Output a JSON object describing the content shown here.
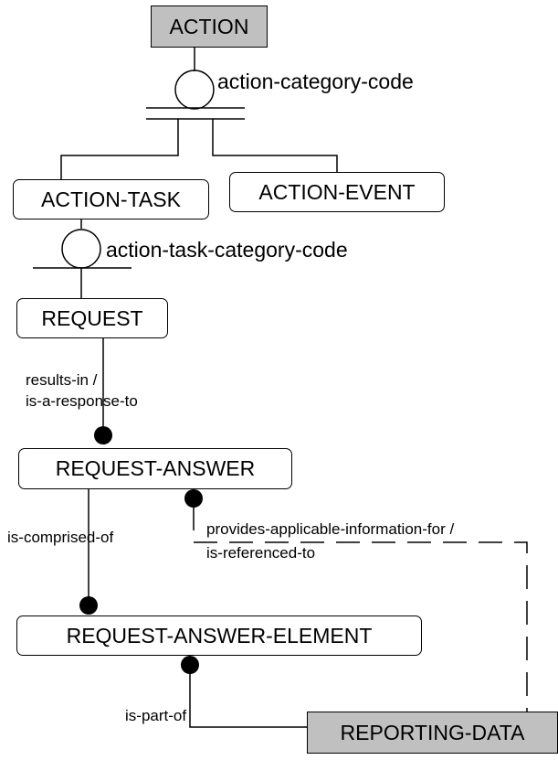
{
  "entities": {
    "action": "ACTION",
    "action_task": "ACTION-TASK",
    "action_event": "ACTION-EVENT",
    "request": "REQUEST",
    "request_answer": "REQUEST-ANSWER",
    "request_answer_element": "REQUEST-ANSWER-ELEMENT",
    "reporting_data": "REPORTING-DATA"
  },
  "discriminators": {
    "action_category": "action-category-code",
    "action_task_category": "action-task-category-code"
  },
  "relationships": {
    "results_in": "results-in /",
    "is_a_response_to": "is-a-response-to",
    "is_comprised_of": "is-comprised-of",
    "provides_info_for": "provides-applicable-information-for /",
    "is_referenced_to": "is-referenced-to",
    "is_part_of": "is-part-of"
  },
  "colors": {
    "shaded_entity": "#c0c0c0",
    "line": "#000000"
  }
}
